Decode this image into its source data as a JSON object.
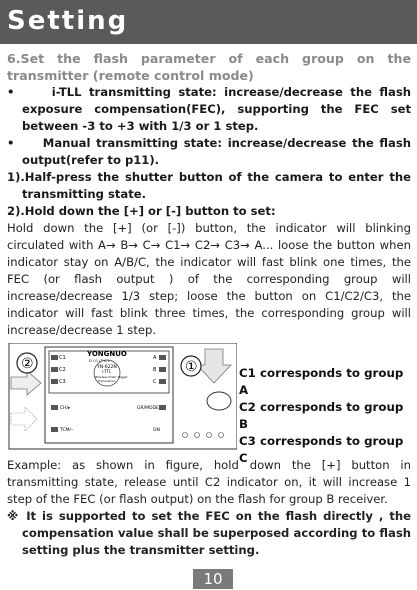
{
  "header": {
    "title": "Setting"
  },
  "section": {
    "title": "6.Set the flash parameter of each group on the transmitter (remote control mode)"
  },
  "bullets": [
    "i-TLL transmitting state: increase/decrease the flash exposure compensation(FEC), supporting the FEC set between -3 to +3 with 1/3 or 1 step.",
    "Manual transmitting state: increase/decrease the flash output(refer to p11)."
  ],
  "steps": [
    "1).Half-press the shutter button of the camera to enter the transmitting state.",
    "2).Hold down the [+] or [-] button to set:"
  ],
  "body_paragraph": "Hold down the [+] (or [-]) button, the indicator will blinking circulated with A→ B→ C→ C1→ C2→ C3→ A... loose the button when indicator stay on A/B/C, the indicator will fast blink one times, the FEC (or flash output ) of the corresponding group will increase/decrease 1/3 step; loose the button on C1/C2/C3, the indicator will fast blink three times, the corresponding group will increase/decrease 1 step.",
  "figure": {
    "brand": "YONGNUO",
    "brand_sub": "D I G I T A L",
    "model": "YN-622N",
    "model_sub": "i-TTL",
    "device_desc": "Wireless Flash Trigger",
    "device_desc2": "Transceiver",
    "marker_1": "①",
    "marker_2": "②",
    "label_ch": "CH/▸",
    "label_tcm": "TCM/–",
    "label_gr": "GR/MODE",
    "label_on": "ON",
    "channels_left": [
      "C1",
      "C2",
      "C3"
    ],
    "channels_right": [
      "A",
      "B",
      "C"
    ],
    "legend": [
      "C1 corresponds to group A",
      "C2 corresponds to group B",
      "C3 corresponds to group C"
    ]
  },
  "example": "Example: as shown in figure, hold down the [+] button in transmitting state, release until C2 indicator on, it will increase 1 step of the FEC (or flash output) on the flash for group B receiver.",
  "note": {
    "mark": "※",
    "text": "It is supported to set the FEC on the flash directly , the compensation value shall be superposed according to flash setting plus the transmitter setting."
  },
  "page_number": "10"
}
